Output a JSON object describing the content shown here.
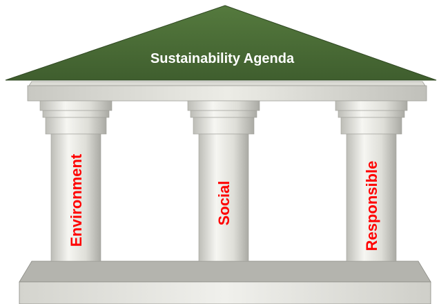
{
  "title": "Sustainability Agenda",
  "pillars": [
    {
      "label": "Environment"
    },
    {
      "label": "Social"
    },
    {
      "label": "Responsible"
    }
  ],
  "colors": {
    "roof": "#4a6b36",
    "pillar_text": "#ff0000",
    "stone_light": "#f0f0ec",
    "stone_dark": "#b4b4ae"
  }
}
